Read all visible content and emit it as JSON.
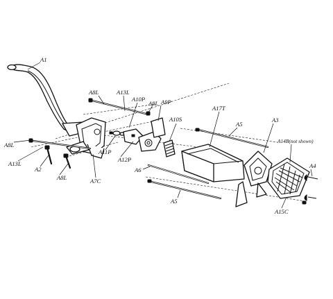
{
  "labels": {
    "a1": "A1",
    "a8l_top": "A8L",
    "a13l_top": "A13L",
    "a10p": "A10P",
    "a8l_mid": "A8L",
    "a9p": "A9P",
    "a10s": "A10S",
    "a17t": "A17T",
    "a5_top": "A5",
    "a3": "A3",
    "a14b": "A14B(not shown)",
    "a8l_left": "A8L",
    "a13l_left": "A13L",
    "a2": "A2",
    "a8l_bottom": "A8L",
    "a11p": "A11P",
    "a12p": "A12P",
    "a7c": "A7C",
    "a6": "A6",
    "a5_bottom": "A5",
    "a4": "A4",
    "a15c": "A15C"
  }
}
